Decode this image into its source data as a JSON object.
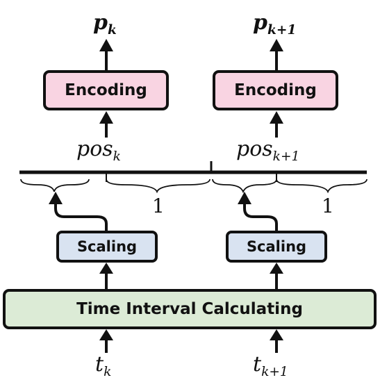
{
  "diagram": {
    "outputs": [
      {
        "symbol": "p",
        "subscript": "k"
      },
      {
        "symbol": "p",
        "subscript": "k+1"
      }
    ],
    "encoding_label": "Encoding",
    "positions": [
      {
        "symbol": "pos",
        "subscript": "k"
      },
      {
        "symbol": "pos",
        "subscript": "k+1"
      }
    ],
    "unit_label": "1",
    "scaling_label": "Scaling",
    "time_interval_label": "Time Interval Calculating",
    "inputs": [
      {
        "symbol": "t",
        "subscript": "k"
      },
      {
        "symbol": "t",
        "subscript": "k+1"
      }
    ],
    "colors": {
      "encoding_fill": "#f9d4e2",
      "scaling_fill": "#d9e3f1",
      "time_interval_fill": "#dcebd6",
      "stroke": "#111111"
    }
  }
}
